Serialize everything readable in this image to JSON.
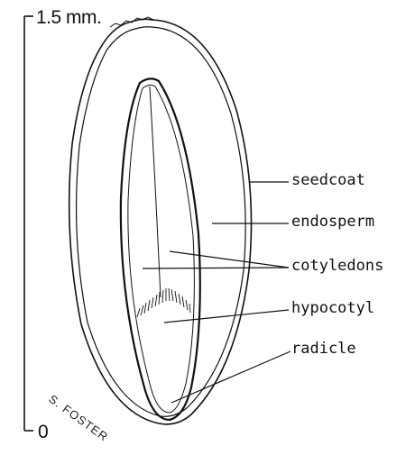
{
  "scale": {
    "top_label": "1.5 mm.",
    "bottom_label": "0"
  },
  "labels": {
    "seedcoat": "seedcoat",
    "endosperm": "endosperm",
    "cotyledons": "cotyledons",
    "hypocotyl": "hypocotyl",
    "radicle": "radicle"
  },
  "signature": "S. FOSTER",
  "colors": {
    "ink": "#111111",
    "background": "#ffffff"
  }
}
